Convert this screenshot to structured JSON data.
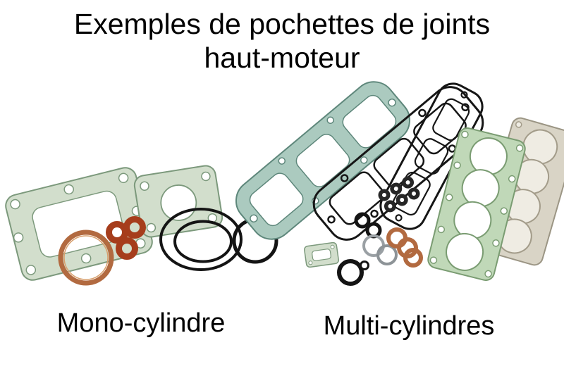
{
  "title": {
    "line1": "Exemples de pochettes de joints",
    "line2": "haut-moteur"
  },
  "captions": {
    "mono": "Mono-cylindre",
    "multi": "Multi-cylindres"
  },
  "palette": {
    "background": "#ffffff",
    "text": "#000000",
    "gasket_green": "#d2decc",
    "gasket_green_outline": "#7c997c",
    "gasket_teal": "#abcabf",
    "gasket_teal_outline": "#5e877b",
    "head_gasket_green": "#c0d8b8",
    "head_gasket_tan": "#d9d4c6",
    "copper": "#b26a40",
    "washer_orange": "#a63d1c",
    "rubber_black": "#141414",
    "metal_grey": "#9aa0a4"
  }
}
